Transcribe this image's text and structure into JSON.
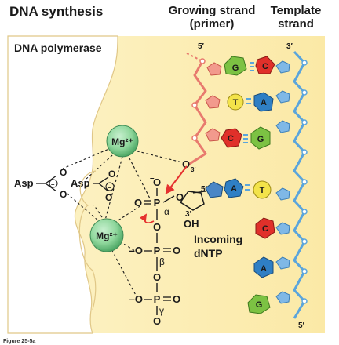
{
  "header": {
    "title": "DNA synthesis",
    "growing_line1": "Growing strand",
    "growing_line2": "(primer)",
    "template_line1": "Template",
    "template_line2": "strand"
  },
  "panel": {
    "enzyme": "DNA polymerase"
  },
  "labels": {
    "five_prime": "5′",
    "three_prime": "3′",
    "o3": "O",
    "o3_sub": "3′",
    "oh": "OH",
    "incoming_line1": "Incoming",
    "incoming_line2": "dNTP"
  },
  "ions": {
    "mg_top": "Mg²⁺",
    "mg_bottom": "Mg²⁺"
  },
  "asp": {
    "left": "Asp",
    "right": "Asp"
  },
  "phosphate": {
    "alpha": "α",
    "beta": "β",
    "gamma": "γ"
  },
  "bases": [
    {
      "growing": "G",
      "template": "C"
    },
    {
      "growing": "T",
      "template": "A"
    },
    {
      "growing": "C",
      "template": "G"
    },
    {
      "growing": "A",
      "template": "T"
    },
    {
      "growing": "",
      "template": "C"
    },
    {
      "growing": "",
      "template": "A"
    },
    {
      "growing": "",
      "template": "G"
    }
  ],
  "colors": {
    "panel": "#fcefb4",
    "panel_light": "#fdf6d6",
    "backbone_template": "#5aa5dc",
    "sugar_growing": "#e87a6e",
    "sugar_incoming": "#4a86c6",
    "base_G": "#7cc243",
    "base_C": "#e0302a",
    "base_T": "#f3e34a",
    "base_A": "#2f7fc4",
    "mg": "#7fd18f",
    "arrow": "#e5312f",
    "hbond": "#5aa5dc"
  },
  "caption": "Figure 25-5a"
}
